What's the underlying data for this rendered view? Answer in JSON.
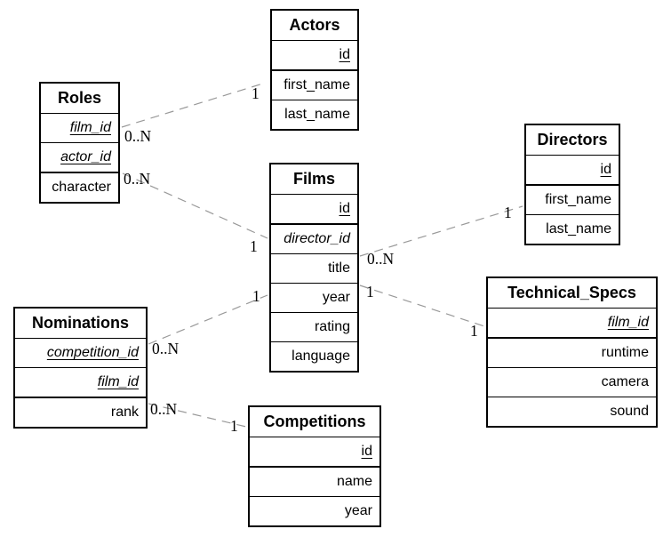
{
  "diagram": {
    "type": "entity-relationship",
    "colors": {
      "background": "#ffffff",
      "table_border": "#000000",
      "text": "#000000",
      "connector_dash": "#999999"
    },
    "key_styles": {
      "underline_means": "primary key",
      "italic_means": "foreign key"
    },
    "tables": [
      {
        "name": "Actors",
        "fields": [
          {
            "label": "id",
            "key": "pk"
          },
          {
            "label": "first_name",
            "key": ""
          },
          {
            "label": "last_name",
            "key": ""
          }
        ]
      },
      {
        "name": "Roles",
        "fields": [
          {
            "label": "film_id",
            "key": "pk,fk"
          },
          {
            "label": "actor_id",
            "key": "pk,fk"
          },
          {
            "label": "character",
            "key": ""
          }
        ]
      },
      {
        "name": "Films",
        "fields": [
          {
            "label": "id",
            "key": "pk"
          },
          {
            "label": "director_id",
            "key": "fk"
          },
          {
            "label": "title",
            "key": ""
          },
          {
            "label": "year",
            "key": ""
          },
          {
            "label": "rating",
            "key": ""
          },
          {
            "label": "language",
            "key": ""
          }
        ]
      },
      {
        "name": "Directors",
        "fields": [
          {
            "label": "id",
            "key": "pk"
          },
          {
            "label": "first_name",
            "key": ""
          },
          {
            "label": "last_name",
            "key": ""
          }
        ]
      },
      {
        "name": "Technical_Specs",
        "fields": [
          {
            "label": "film_id",
            "key": "pk,fk"
          },
          {
            "label": "runtime",
            "key": ""
          },
          {
            "label": "camera",
            "key": ""
          },
          {
            "label": "sound",
            "key": ""
          }
        ]
      },
      {
        "name": "Nominations",
        "fields": [
          {
            "label": "competition_id",
            "key": "pk,fk"
          },
          {
            "label": "film_id",
            "key": "pk,fk"
          },
          {
            "label": "rank",
            "key": ""
          }
        ]
      },
      {
        "name": "Competitions",
        "fields": [
          {
            "label": "id",
            "key": "pk"
          },
          {
            "label": "name",
            "key": ""
          },
          {
            "label": "year",
            "key": ""
          }
        ]
      }
    ],
    "connectors": [
      {
        "from": "Roles",
        "to": "Actors",
        "from_label": "0..N",
        "to_label": "1"
      },
      {
        "from": "Roles",
        "to": "Films",
        "from_label": "0..N",
        "to_label": "1"
      },
      {
        "from": "Films",
        "to": "Directors",
        "from_label": "0..N",
        "to_label": "1"
      },
      {
        "from": "Films",
        "to": "Technical_Specs",
        "from_label": "1",
        "to_label": "1"
      },
      {
        "from": "Nominations",
        "to": "Films",
        "from_label": "0..N",
        "to_label": "1"
      },
      {
        "from": "Nominations",
        "to": "Competitions",
        "from_label": "0..N",
        "to_label": "1"
      }
    ]
  }
}
